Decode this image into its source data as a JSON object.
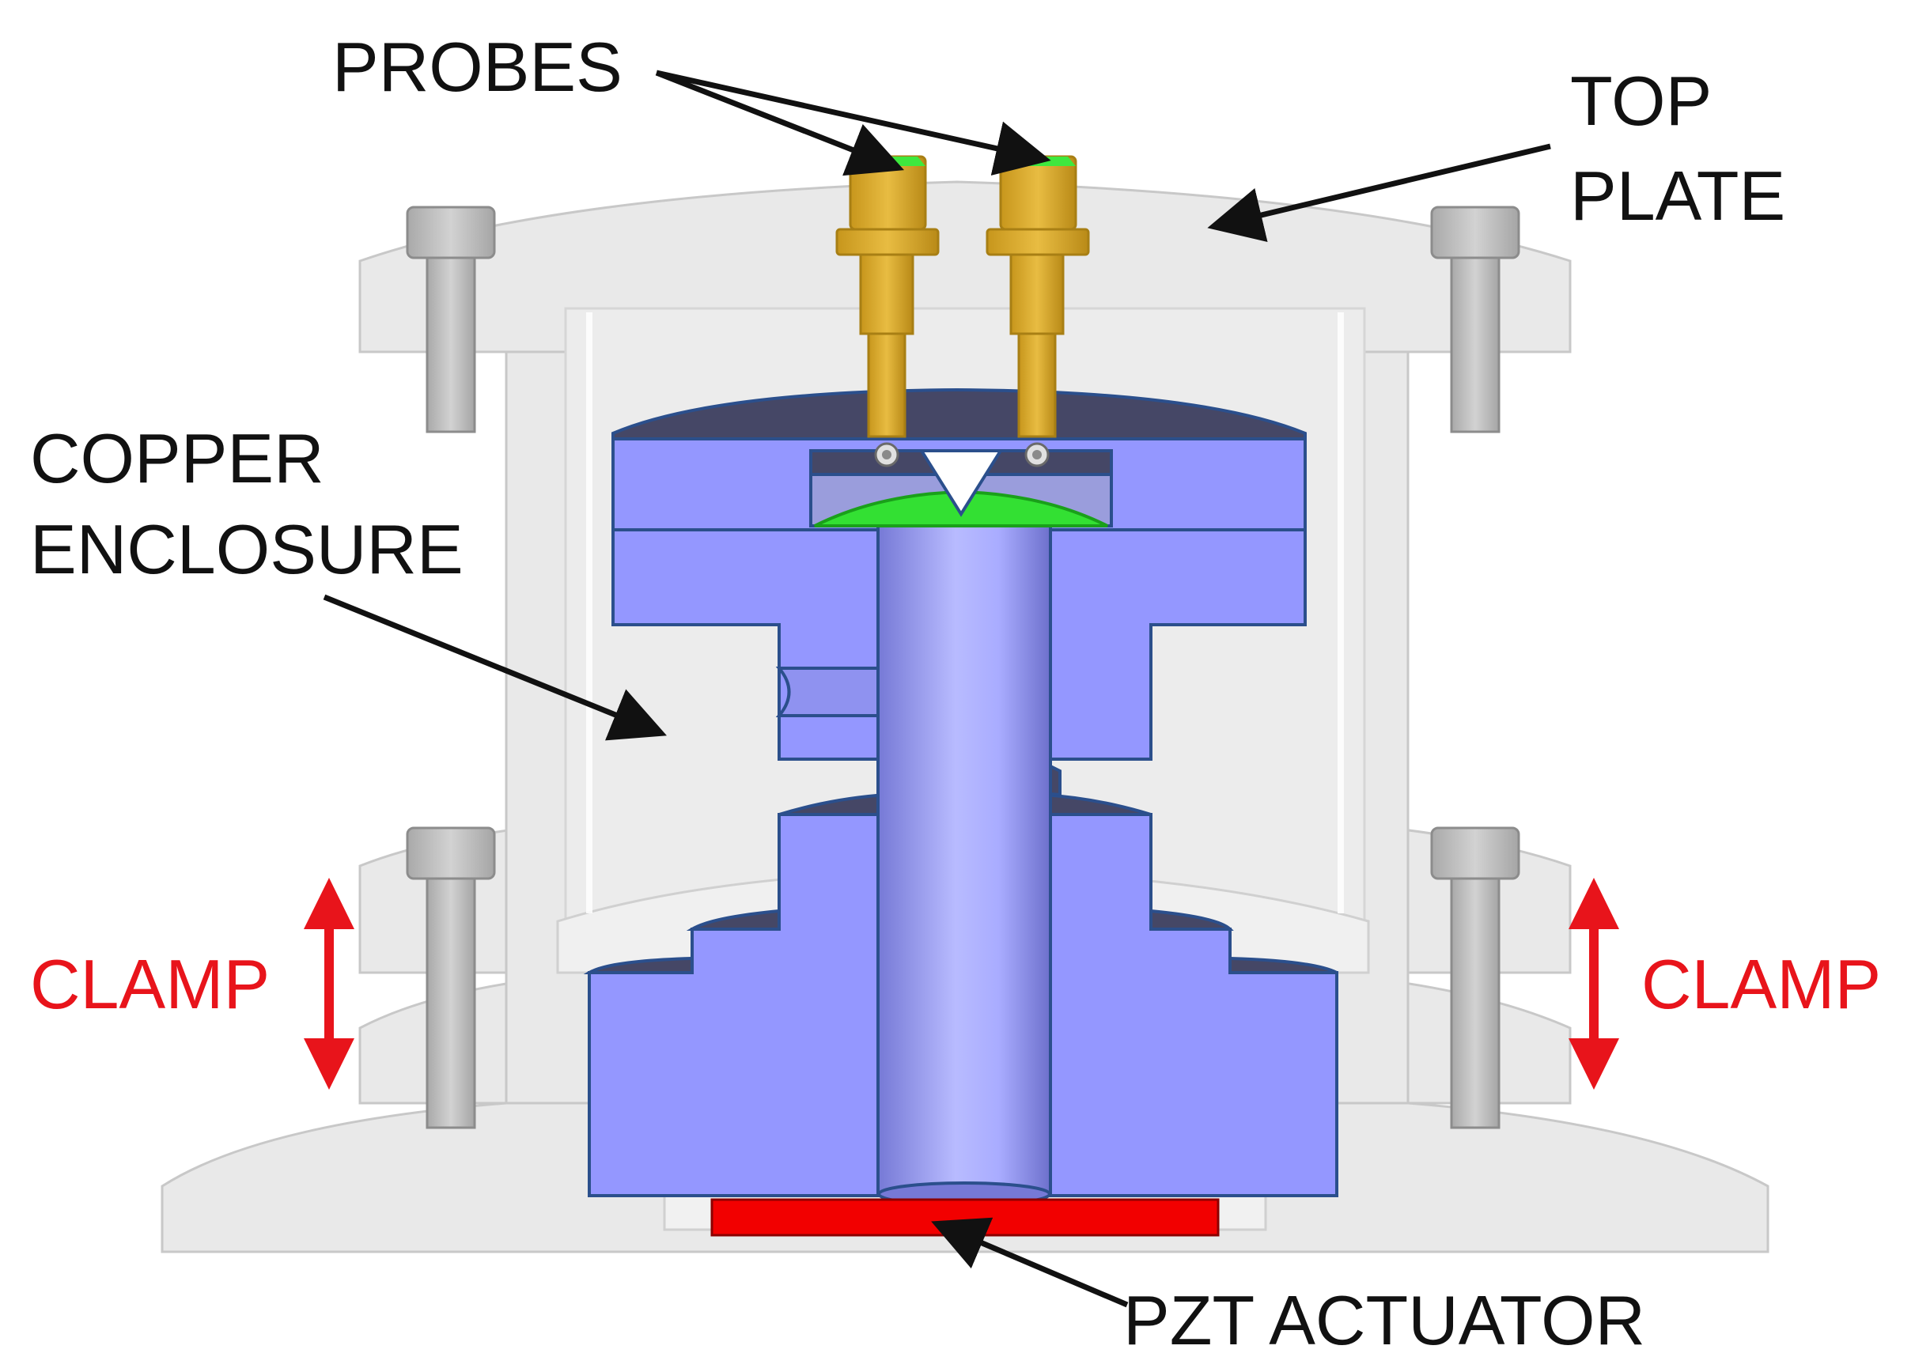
{
  "labels": {
    "probes": "PROBES",
    "top_plate_1": "TOP",
    "top_plate_2": "PLATE",
    "copper_1": "COPPER",
    "copper_2": "ENCLOSURE",
    "clamp_left": "CLAMP",
    "clamp_right": "CLAMP",
    "pzt": "PZT ACTUATOR"
  },
  "colors": {
    "housing": "#e9e9e9",
    "housing_edge": "#c6c6c6",
    "copper": "#9497ff",
    "copper_edge": "#2b4f8c",
    "copper_dark": "#454766",
    "rod_light": "#b6b9ff",
    "probe": "#dcae2e",
    "probe_edge": "#a87f14",
    "green": "#33e033",
    "pzt": "#f20000",
    "bolt": "#c4c4c4",
    "label_text": "#111111",
    "clamp_text": "#e8141b"
  }
}
